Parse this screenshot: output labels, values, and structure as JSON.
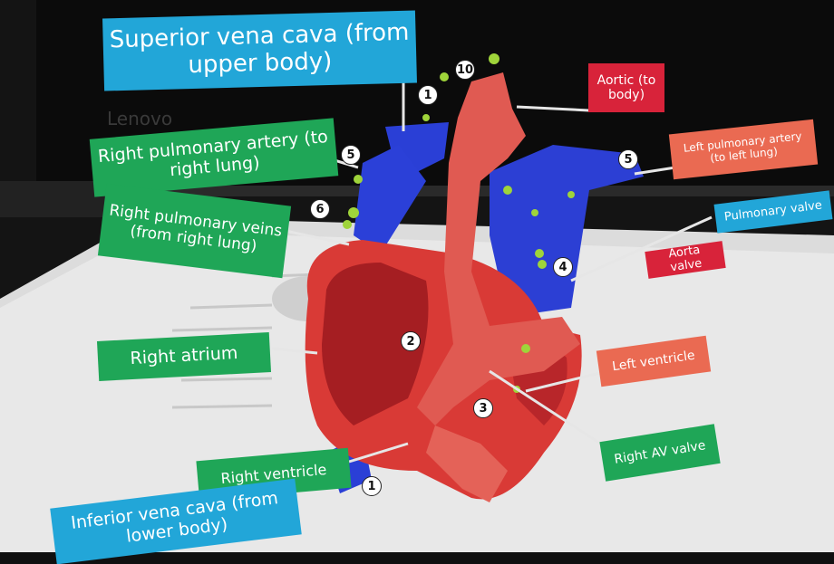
{
  "brand": "Lenovo",
  "labels": {
    "superior_vena_cava": "Superior vena cava (from upper body)",
    "aortic": "Aortic (to body)",
    "right_pulmonary_artery": "Right pulmonary artery (to right lung)",
    "left_pulmonary_artery": "Left pulmonary artery (to left lung)",
    "right_pulmonary_veins": "Right pulmonary veins (from right lung)",
    "pulmonary_valve": "Pulmonary valve",
    "aorta_valve": "Aorta valve",
    "right_atrium": "Right atrium",
    "left_ventricle": "Left ventricle",
    "right_av_valve": "Right AV valve",
    "right_ventricle": "Right ventricle",
    "inferior_vena_cava": "Inferior vena cava (from lower body)"
  },
  "markers": [
    "1",
    "10",
    "5",
    "6",
    "5",
    "4",
    "2",
    "3",
    "1"
  ],
  "colors": {
    "label_blue": "#22a6d8",
    "label_green": "#1fa657",
    "label_red": "#d8233a",
    "label_salmon": "#ea6a52",
    "heart_red": "#d93a36",
    "vessel_blue": "#2a3fd6"
  }
}
